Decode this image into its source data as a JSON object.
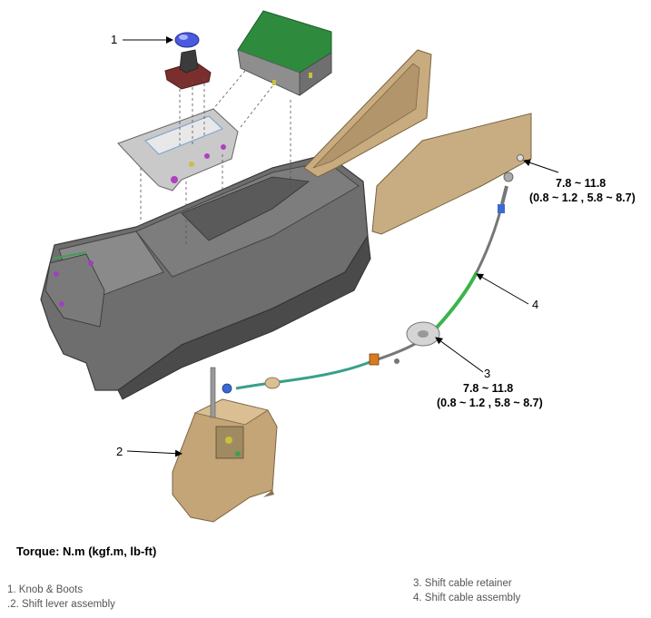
{
  "callouts": {
    "c1": "1",
    "c2": "2",
    "c3": "3",
    "c4": "4"
  },
  "torque_specs": {
    "upper": {
      "line1": "7.8 ~ 11.8",
      "line2": "(0.8 ~ 1.2 , 5.8 ~ 8.7)"
    },
    "lower": {
      "line1": "7.8 ~ 11.8",
      "line2": "(0.8 ~ 1.2 , 5.8 ~ 8.7)"
    }
  },
  "torque_unit_label": "Torque: N.m (kgf.m, lb-ft)",
  "legend": {
    "item1": "1. Knob & Boots",
    "item2": ".2. Shift lever assembly",
    "item3": "3. Shift cable retainer",
    "item4": "4. Shift cable assembly"
  },
  "colors": {
    "console_body": "#5c5c5c",
    "panel_tan": "#c8ab7e",
    "cable_green": "#39b54a",
    "module_green": "#2e8b3e",
    "knob_blue": "#4a5adf",
    "boot_maroon": "#7a2e2e"
  }
}
